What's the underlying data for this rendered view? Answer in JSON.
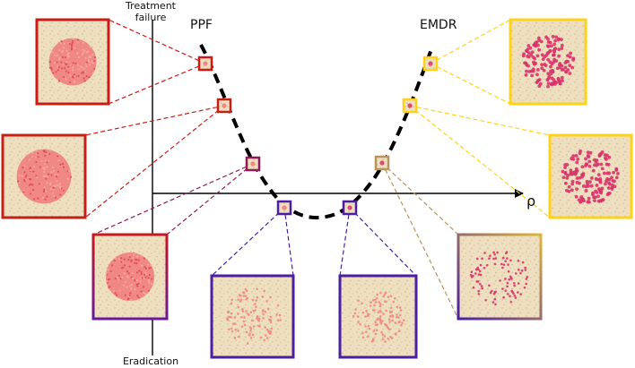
{
  "labels": {
    "y_top": "Treatment\nfailure",
    "y_bottom": "Eradication",
    "x_axis": "ρ",
    "left_branch": "PPF",
    "right_branch": "EMDR"
  },
  "colors": {
    "sand": "#eedfc0",
    "speck": "#d8c39b",
    "cell": "#f07a7a",
    "cell_dark": "#d8336a",
    "stops": [
      "#cc1a14",
      "#c0392b",
      "#8e1a5a",
      "#4b1fa0",
      "#5a2da8",
      "#b8955a",
      "#ffd21a",
      "#ffd21a"
    ]
  },
  "points": [
    {
      "id": "p1",
      "branch": "PPF",
      "tumor": "dense",
      "color": "#cc1a14"
    },
    {
      "id": "p2",
      "branch": "PPF",
      "tumor": "dense",
      "color": "#c52016"
    },
    {
      "id": "p3",
      "branch": "PPF",
      "tumor": "dense",
      "color": "#8e1a5a"
    },
    {
      "id": "p4",
      "branch": "PPF",
      "tumor": "sparse",
      "color": "#4b1fa0"
    },
    {
      "id": "p5",
      "branch": "EMDR",
      "tumor": "sparse",
      "color": "#4b1fa0"
    },
    {
      "id": "p6",
      "branch": "EMDR",
      "tumor": "scattered",
      "color": "#b8955a"
    },
    {
      "id": "p7",
      "branch": "EMDR",
      "tumor": "clustered",
      "color": "#ffd21a"
    },
    {
      "id": "p8",
      "branch": "EMDR",
      "tumor": "clustered",
      "color": "#ffd21a"
    }
  ]
}
